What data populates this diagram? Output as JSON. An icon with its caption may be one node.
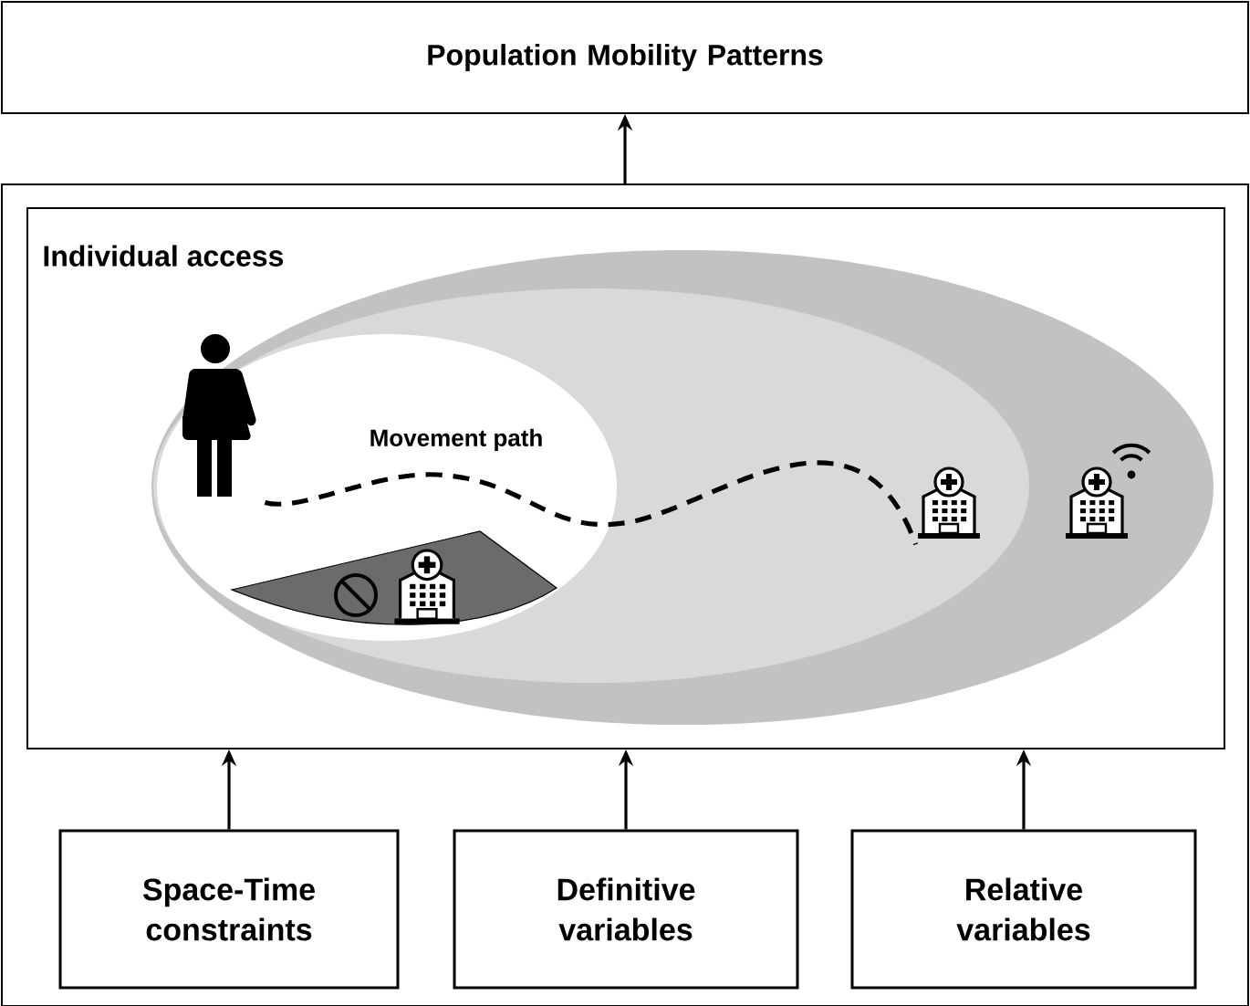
{
  "diagram": {
    "nodes": [
      {
        "text": [
          "Population Mobility Patterns"
        ]
      },
      {
        "text": [],
        "shape": "box"
      },
      {
        "text": [
          "Individual access"
        ],
        "in": 1
      },
      {
        "text": [],
        "shape": "person",
        "in": 2
      },
      {
        "text": [],
        "shape": "picture",
        "in": 2
      },
      {
        "text": [
          "Space-Time constraints"
        ],
        "in": 1
      },
      {
        "text": [
          "Definitive variables"
        ],
        "in": 1
      },
      {
        "text": [
          "Relative variables"
        ],
        "in": 1
      }
    ],
    "edges": [
      {
        "from": 1,
        "to": 0,
        "arrow": "to"
      },
      {
        "from": 3,
        "to": 4,
        "arrow": "none",
        "style": "dashed",
        "label": "Movement path"
      },
      {
        "from": 5,
        "to": 2,
        "arrow": "to"
      },
      {
        "from": 6,
        "to": 2,
        "arrow": "to"
      },
      {
        "from": 7,
        "to": 2,
        "arrow": "to"
      }
    ]
  }
}
